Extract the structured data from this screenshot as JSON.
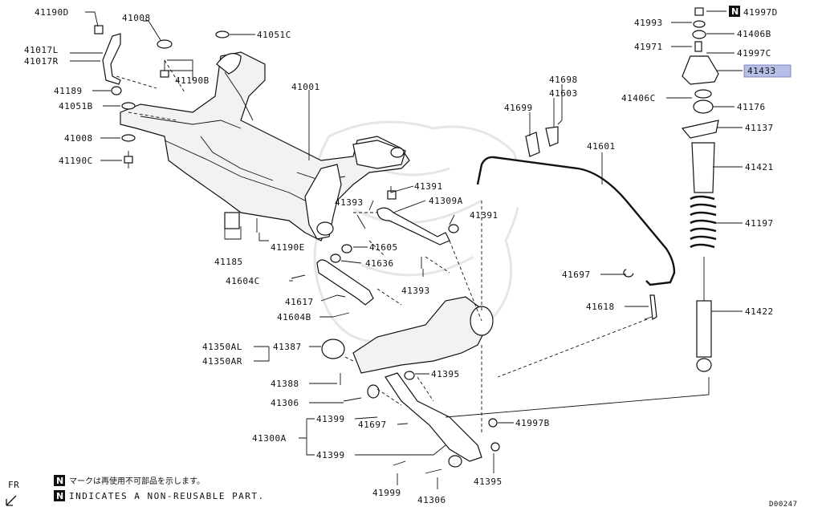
{
  "labels": {
    "l41190D": "41190D",
    "l41008a": "41008",
    "l41051C": "41051C",
    "l41017L": "41017L",
    "l41017R": "41017R",
    "l41190B": "41190B",
    "l41189": "41189",
    "l41051B": "41051B",
    "l41001": "41001",
    "l41008b": "41008",
    "l41190C": "41190C",
    "l41391a": "41391",
    "l41393a": "41393",
    "l41309A": "41309A",
    "l41391b": "41391",
    "l41605": "41605",
    "l41190E": "41190E",
    "l41636": "41636",
    "l41185": "41185",
    "l41393b": "41393",
    "l41604C": "41604C",
    "l41617": "41617",
    "l41604B": "41604B",
    "l41350AL": "41350AL",
    "l41387": "41387",
    "l41350AR": "41350AR",
    "l41388": "41388",
    "l41306a": "41306",
    "l41395a": "41395",
    "l41399a": "41399",
    "l41697a": "41697",
    "l41300A": "41300A",
    "l41399b": "41399",
    "l41999": "41999",
    "l41306b": "41306",
    "l41395b": "41395",
    "l41997B": "41997B",
    "l41698": "41698",
    "l41699": "41699",
    "l41603": "41603",
    "l41601": "41601",
    "l41697b": "41697",
    "l41618": "41618",
    "l41993": "41993",
    "l41997D": "41997D",
    "l41406B": "41406B",
    "l41971": "41971",
    "l41997C": "41997C",
    "l41433": "41433",
    "l41406C": "41406C",
    "l41176": "41176",
    "l41137": "41137",
    "l41421": "41421",
    "l41197": "41197",
    "l41422": "41422"
  },
  "highlighted_part": "41433",
  "highlight_color": "#b8bfe6",
  "n_marker": "N",
  "notes": {
    "jp": "マークは再使用不可部品を示します。",
    "en": "INDICATES A NON-REUSABLE PART."
  },
  "front_marker": "FR",
  "diagram_code": "D00247"
}
